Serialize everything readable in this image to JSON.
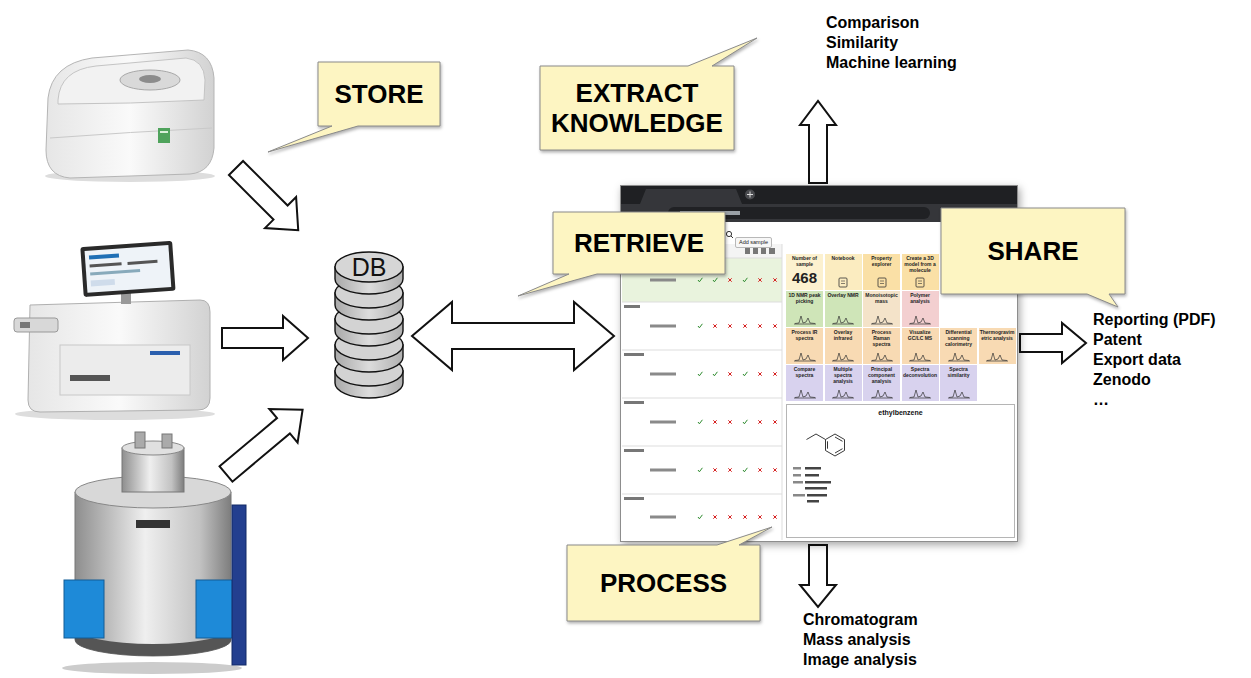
{
  "diagram": {
    "nodes": [
      {
        "text": [
          "STORE"
        ]
      },
      {
        "text": [
          "EXTRACT KNOWLEDGE"
        ]
      },
      {
        "text": [
          "RETRIEVE"
        ]
      },
      {
        "text": [
          "SHARE"
        ]
      },
      {
        "text": [
          "DB"
        ]
      },
      {
        "text": [
          "Add sample"
        ]
      },
      {
        "text": [
          "Number of sample",
          "468"
        ],
        "in": 5
      },
      {
        "text": [
          "Notebook"
        ],
        "in": 5
      },
      {
        "text": [
          "Property explorer"
        ],
        "in": 5
      },
      {
        "text": [
          "Create a 3D model from a molecule"
        ],
        "in": 5
      },
      {
        "text": [
          "1D NMR peak picking"
        ],
        "in": 5
      },
      {
        "text": [
          "Overlay NMR"
        ],
        "in": 5
      },
      {
        "text": [
          "Monoisotopic mass"
        ],
        "in": 5
      },
      {
        "text": [
          "Polymer analysis"
        ],
        "in": 5
      },
      {
        "text": [
          "Process IR spectra"
        ],
        "in": 5
      },
      {
        "text": [
          "Overlay infrared"
        ],
        "in": 5
      },
      {
        "text": [
          "Process Raman spectra"
        ],
        "in": 5
      },
      {
        "text": [
          "Visualize GC/LC MS"
        ],
        "in": 5
      },
      {
        "text": [
          "Differential scanning calorimetry"
        ],
        "in": 5
      },
      {
        "text": [
          "Thermogravimetric analysis"
        ],
        "in": 5
      },
      {
        "text": [
          "Compare spectra"
        ],
        "in": 5
      },
      {
        "text": [
          "Multiple spectra analysis"
        ],
        "in": 5
      },
      {
        "text": [
          "Principal component analysis"
        ],
        "in": 5
      },
      {
        "text": [
          "Spectra deconvolution"
        ],
        "in": 5
      },
      {
        "text": [
          "Spectra similarity"
        ],
        "in": 5
      },
      {
        "text": [
          "ethylbenzene"
        ],
        "in": 5
      },
      {
        "text": [
          "PROCESS"
        ]
      }
    ],
    "edges": [
      {
        "from": 4,
        "to": 5,
        "arrow": "both"
      }
    ],
    "labels": [
      "Comparison",
      "Similarity",
      "Machine learning",
      "Reporting (PDF)",
      "Patent",
      "Export data",
      "Zenodo",
      "…",
      "Chromatogram",
      "Mass analysis",
      "Image analysis"
    ]
  }
}
